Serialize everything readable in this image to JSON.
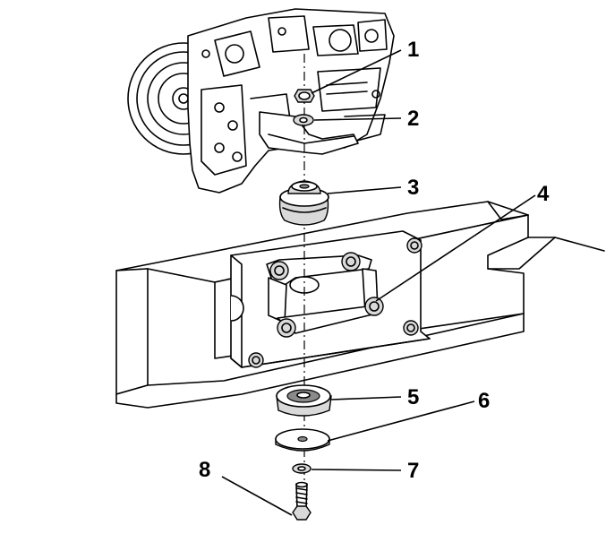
{
  "diagram": {
    "callouts": [
      {
        "number": "1"
      },
      {
        "number": "2"
      },
      {
        "number": "3"
      },
      {
        "number": "4"
      },
      {
        "number": "5"
      },
      {
        "number": "6"
      },
      {
        "number": "7"
      },
      {
        "number": "8"
      }
    ]
  }
}
